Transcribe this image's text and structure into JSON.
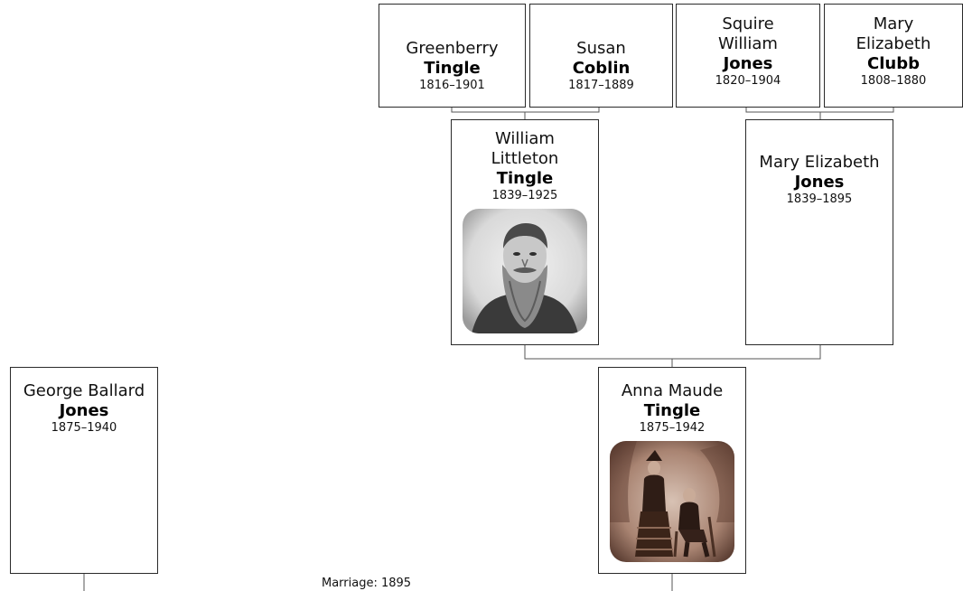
{
  "people": {
    "greenberry": {
      "given": "Greenberry",
      "surname": "Tingle",
      "dates": "1816–1901"
    },
    "susan": {
      "given": "Susan",
      "surname": "Coblin",
      "dates": "1817–1889"
    },
    "squire": {
      "given_line1": "Squire",
      "given_line2": "William",
      "surname": "Jones",
      "dates": "1820–1904"
    },
    "mary_clubb": {
      "given_line1": "Mary",
      "given_line2": "Elizabeth",
      "surname": "Clubb",
      "dates": "1808–1880"
    },
    "william": {
      "given_line1": "William",
      "given_line2": "Littleton",
      "surname": "Tingle",
      "dates": "1839–1925"
    },
    "mary_jones": {
      "given": "Mary Elizabeth",
      "surname": "Jones",
      "dates": "1839–1895"
    },
    "george": {
      "given": "George Ballard",
      "surname": "Jones",
      "dates": "1875–1940"
    },
    "anna": {
      "given": "Anna Maude",
      "surname": "Tingle",
      "dates": "1875–1942"
    }
  },
  "marriage": {
    "label": "Marriage: 1895"
  },
  "colors": {
    "border": "#2a2a2a",
    "connector": "#555555",
    "sepia": "#7a5a48"
  }
}
